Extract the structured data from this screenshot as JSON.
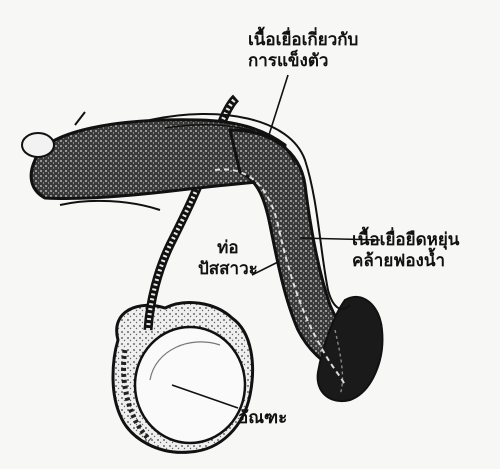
{
  "labels": {
    "corpus_cavernosum": {
      "line1": "เนื้อเยื่อเกี่ยวกับ",
      "line2": "การแข็งตัว"
    },
    "corpus_spongiosum": {
      "line1": "เนื้อเยื่อยืดหยุ่น",
      "line2": "คล้ายฟองน้ำ"
    },
    "urethra": {
      "line1": "ท่อ",
      "line2": "ปัสสาวะ"
    },
    "testis": {
      "line1": "อัณฑะ"
    }
  },
  "colors": {
    "ink": "#111111",
    "paper": "#f7f7f5"
  }
}
